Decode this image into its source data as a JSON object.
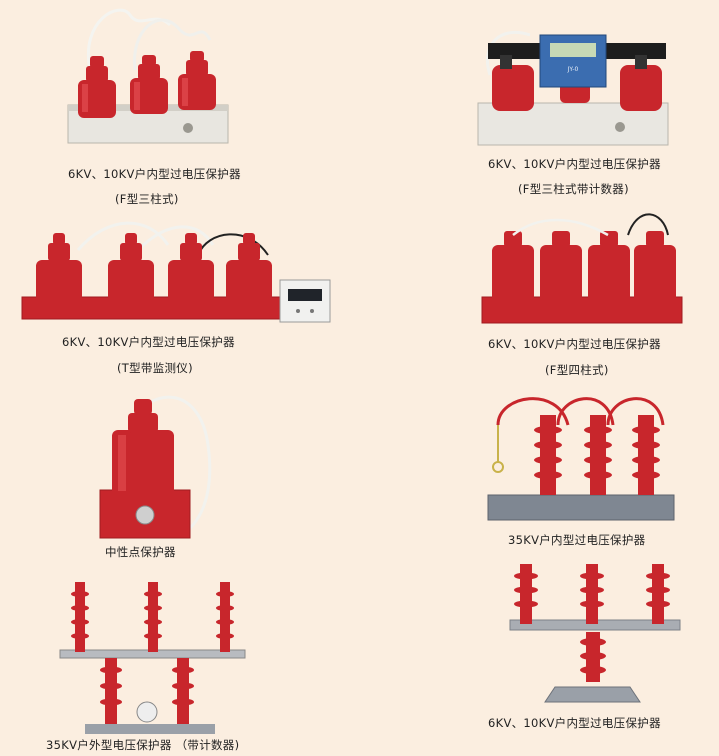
{
  "products": [
    {
      "id": "f3",
      "caption": "6KV、10KV户内型过电压保护器",
      "subcaption": "(F型三柱式)"
    },
    {
      "id": "f3c",
      "caption": "6KV、10KV户内型过电压保护器",
      "subcaption": "(F型三柱式带计数器)"
    },
    {
      "id": "t4",
      "caption": "6KV、10KV户内型过电压保护器",
      "subcaption": "(T型带监测仪)"
    },
    {
      "id": "f4",
      "caption": "6KV、10KV户内型过电压保护器",
      "subcaption": "(F型四柱式)"
    },
    {
      "id": "neutral",
      "caption": "中性点保护器"
    },
    {
      "id": "35in",
      "caption": "35KV户内型过电压保护器"
    },
    {
      "id": "35out",
      "caption": "35KV户外型电压保护器 （带计数器)"
    },
    {
      "id": "bottom-right",
      "caption": "6KV、10KV户内型过电压保护器"
    }
  ],
  "colors": {
    "background": "#fbeee0",
    "porcelain_red": "#c8262c",
    "base_white": "#e9e7e1",
    "metal": "#8f949c"
  }
}
